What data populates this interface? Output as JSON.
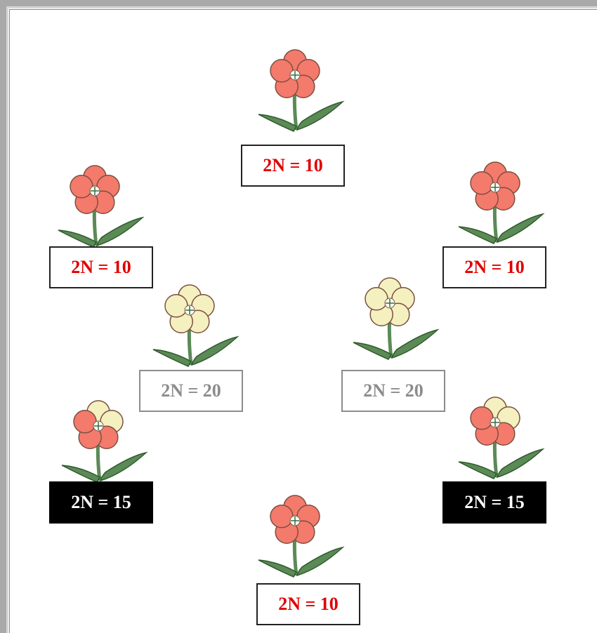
{
  "colors": {
    "red_label": "#e00000",
    "gray_label": "#8c8c8c",
    "black_label_bg": "#000000",
    "red_petal": "#f47a6c",
    "cream_petal": "#f5f0bf",
    "leaf": "#5b8a57"
  },
  "flowers": [
    {
      "id": "top",
      "petal": "red",
      "label": "2N = 10",
      "style": "red"
    },
    {
      "id": "left-upper",
      "petal": "red",
      "label": "2N = 10",
      "style": "red"
    },
    {
      "id": "right-upper",
      "petal": "red",
      "label": "2N = 10",
      "style": "red"
    },
    {
      "id": "inner-left",
      "petal": "cream",
      "label": "2N = 20",
      "style": "gray"
    },
    {
      "id": "inner-right",
      "petal": "cream",
      "label": "2N = 20",
      "style": "gray"
    },
    {
      "id": "left-lower",
      "petal": "mixed",
      "label": "2N = 15",
      "style": "black"
    },
    {
      "id": "right-lower",
      "petal": "mixed",
      "label": "2N = 15",
      "style": "black"
    },
    {
      "id": "bottom",
      "petal": "red",
      "label": "2N = 10",
      "style": "red"
    }
  ]
}
